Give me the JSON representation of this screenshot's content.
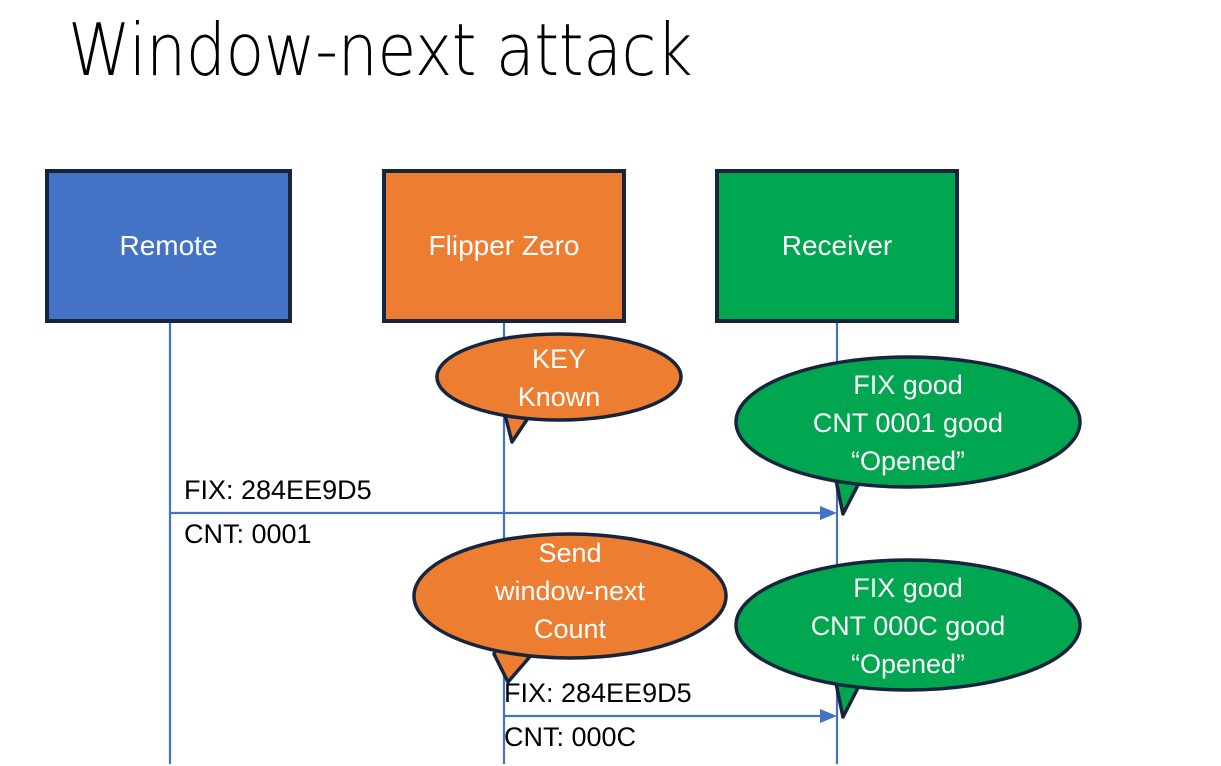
{
  "slide": {
    "title": "Window-next attack",
    "background": "#FFFFFF"
  },
  "colors": {
    "blue_fill": "#4472C4",
    "orange_fill": "#ED7D31",
    "green_fill": "#00A650",
    "border_navy": "#1F2D४0",
    "border": "#17243E",
    "line_blue": "#4472C4",
    "text_white": "#FFFFFF",
    "text_black": "#000000"
  },
  "actors": [
    {
      "id": "remote",
      "label": "Remote",
      "fill": "#4472C4"
    },
    {
      "id": "flipper",
      "label": "Flipper Zero",
      "fill": "#ED7D31"
    },
    {
      "id": "receiver",
      "label": "Receiver",
      "fill": "#00A650"
    }
  ],
  "callouts": [
    {
      "id": "key-known",
      "line1": "KEY",
      "line2": "Known",
      "text": "KEY\nKnown",
      "fill": "#ED7D31"
    },
    {
      "id": "fix-good-0001",
      "line1": "FIX good",
      "line2": "CNT 0001 good",
      "line3": "“Opened”",
      "text": "FIX good\nCNT 0001 good\n“Opened”",
      "fill": "#00A650"
    },
    {
      "id": "send-window-next",
      "line1": "Send",
      "line2": "window-next",
      "line3": "Count",
      "text": "Send\nwindow-next\nCount",
      "fill": "#ED7D31"
    },
    {
      "id": "fix-good-000c",
      "line1": "FIX good",
      "line2": "CNT 000C good",
      "line3": "“Opened”",
      "text": "FIX good\nCNT 000C good\n“Opened”",
      "fill": "#00A650"
    }
  ],
  "messages": [
    {
      "id": "remote-to-receiver",
      "from": "remote",
      "to": "receiver",
      "fix_label": "FIX: 284EE9D5",
      "cnt_label": "CNT: 0001"
    },
    {
      "id": "flipper-to-receiver",
      "from": "flipper",
      "to": "receiver",
      "fix_label": "FIX: 284EE9D5",
      "cnt_label": "CNT: 000C"
    }
  ]
}
